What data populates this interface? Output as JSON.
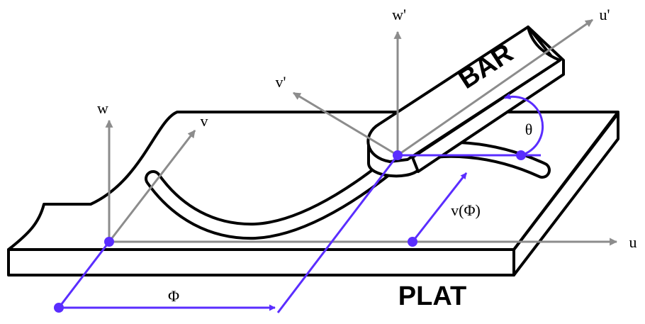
{
  "diagram": {
    "labels": {
      "w": "w",
      "v": "v",
      "u": "u",
      "w_prime": "w'",
      "v_prime": "v'",
      "u_prime": "u'",
      "theta": "θ",
      "v_phi": "v(Φ)",
      "phi": "Φ",
      "bar": "BAR",
      "plat": "PLAT"
    },
    "colors": {
      "outline": "#000000",
      "axis": "#8c8c8c",
      "accent": "#5a2dff",
      "background": "#ffffff"
    }
  }
}
